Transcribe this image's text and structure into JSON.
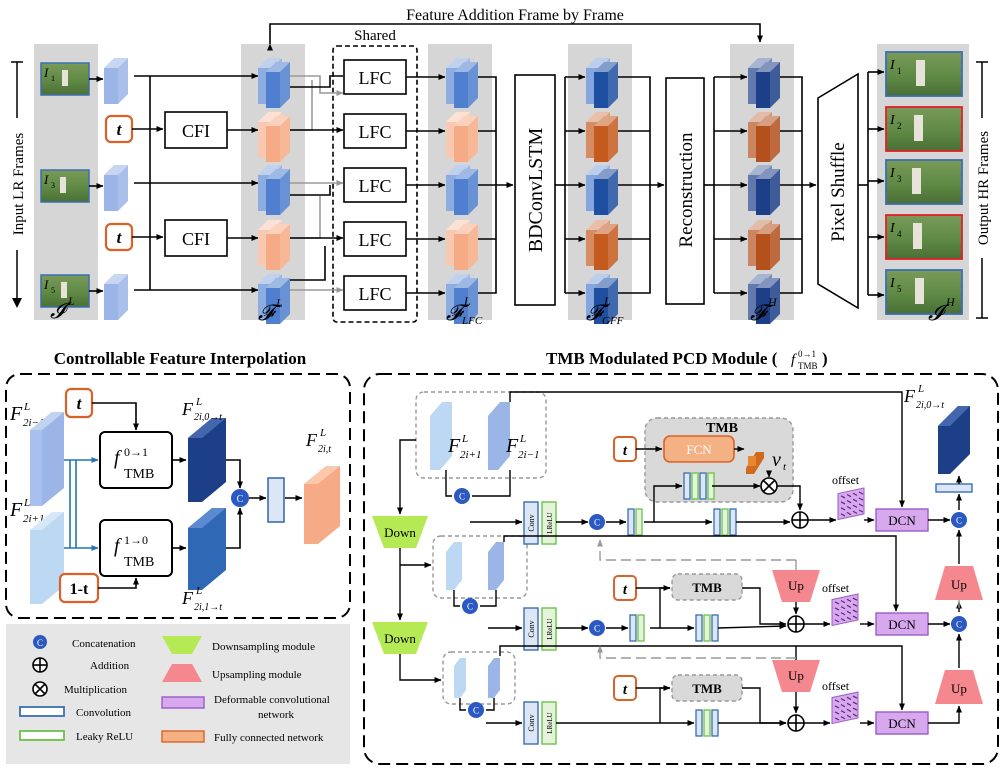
{
  "top": {
    "feature_addition": "Feature Addition Frame by Frame",
    "shared": "Shared",
    "input_frames_label": "Input LR Frames",
    "output_frames_label": "Output HR Frames",
    "t_label": "t",
    "cfi": "CFI",
    "lfc": "LFC",
    "bdconvlstm": "BDConvLSTM",
    "reconstruction": "Reconstruction",
    "pixel_shuffle": "Pixel Shuffle",
    "sym_IL": "𝓘",
    "sym_FL": "𝓕",
    "sym_FLFC": "𝓕",
    "sym_FGFF": "𝓕",
    "sym_FH": "𝓕",
    "sym_IH": "𝓘",
    "sup_L": "L",
    "sup_H": "H",
    "sub_LFC": "LFC",
    "sub_GFF": "GFF",
    "in_frame_sub_1": "1",
    "in_frame_sub_3": "3",
    "in_frame_sub_5": "5",
    "out_frame_sub_1": "1",
    "out_frame_sub_2": "2",
    "out_frame_sub_3": "3",
    "out_frame_sub_4": "4",
    "out_frame_sub_5": "5"
  },
  "cfi_panel": {
    "title": "Controllable Feature Interpolation",
    "f_prev_base": "F",
    "f_prev_sub": "2i−1",
    "f_next_base": "F",
    "f_next_sub": "2i+1",
    "sup_L": "L",
    "t_label": "t",
    "one_minus_t": "1-t",
    "ftmb_fwd_base": "f",
    "ftmb_fwd_sup": "0→1",
    "ftmb_bwd_base": "f",
    "ftmb_bwd_sup": "1→0",
    "ftmb_sub": "TMB",
    "out_fwd_base": "F",
    "out_fwd_sub": "2i,0→t",
    "out_bwd_base": "F",
    "out_bwd_sub": "2i,1→t",
    "result_base": "F",
    "result_sub": "2i,t",
    "concat_symbol": "C"
  },
  "pcd_panel": {
    "title": "TMB Modulated PCD Module (",
    "title_f": "f",
    "title_sup": "0→1",
    "title_sub": "TMB",
    "title_close": ")",
    "in_next_base": "F",
    "in_next_sub": "2i+1",
    "in_prev_base": "F",
    "in_prev_sub": "2i−1",
    "sup_L": "L",
    "out_base": "F",
    "out_sub": "2i,0→t",
    "down": "Down",
    "up": "Up",
    "conv": "Conv",
    "lrelu": "LReLU",
    "tmb": "TMB",
    "fcn": "FCN",
    "t_label": "t",
    "v_t": "v",
    "v_sub": "t",
    "offset": "offset",
    "dcn": "DCN",
    "concat_symbol": "C"
  },
  "legend": {
    "concatenation": "Concatenation",
    "addition": "Addition",
    "multiplication": "Multiplication",
    "convolution": "Convolution",
    "leaky_relu": "Leaky ReLU",
    "downsampling": "Downsampling module",
    "upsampling": "Upsampling module",
    "deformable": "Deformable convolutional",
    "deformable_2": "network",
    "fcn": "Fully connected network",
    "concat_symbol": "C"
  },
  "colors": {
    "light_blue": "#9bb5e6",
    "mid_blue": "#4f7fce",
    "dark_blue": "#1d3f88",
    "light_orange": "#f6ab86",
    "dark_orange": "#c55a1e",
    "t_border": "#d9622b",
    "gray_band": "#d6d6d6",
    "down_green": "#b5ea55",
    "up_pink": "#f5888f",
    "dcn_purple": "#d7a8ee",
    "fcn_orange": "#f4b183",
    "concat_blue": "#2a59c2"
  }
}
